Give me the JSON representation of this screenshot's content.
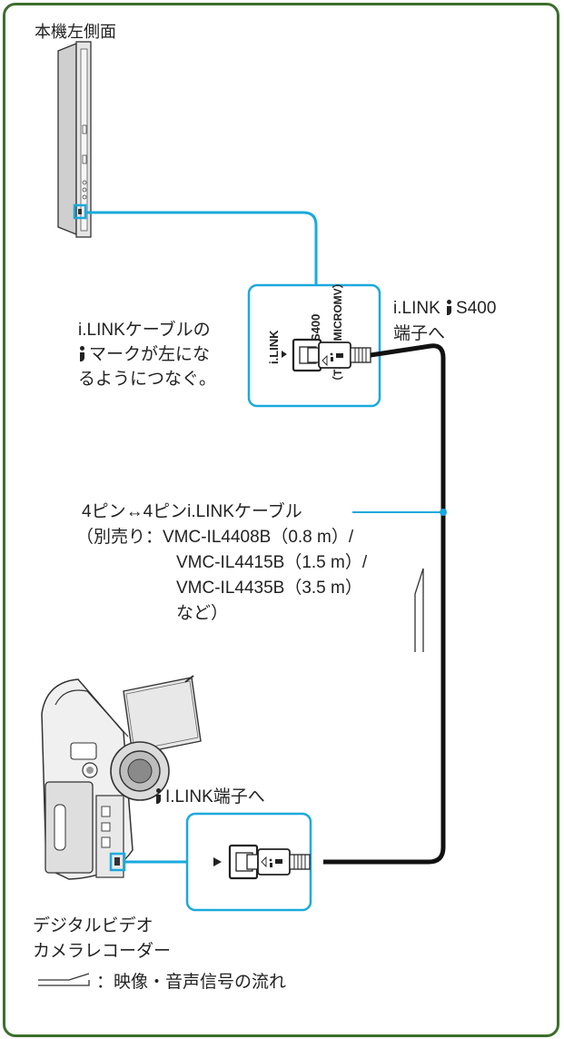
{
  "labels": {
    "tv_side": "本機左側面",
    "ilink_caption_line1": "i.LINKケーブルの",
    "ilink_caption_line2": "マークが左にな",
    "ilink_caption_line3": "るようにつなぐ。",
    "s400_port_line1": "i.LINK",
    "s400_port_line2": "S400",
    "s400_port_line3": "端子へ",
    "cable_line1": "4ピン↔4ピンi.LINKケーブル",
    "cable_line2": "（別売り：VMC-IL4408B（0.8 m）/",
    "cable_line3": "VMC-IL4415B（1.5 m）/",
    "cable_line4": "VMC-IL4435B（3.5 m）",
    "cable_line5": "など）",
    "camcorder_port": "I.LINK端子へ",
    "camcorder_line1": "デジタルビデオ",
    "camcorder_line2": "カメラレコーダー",
    "legend": "：映像・音声信号の流れ"
  },
  "panel_labels": {
    "ilink": "i.LINK",
    "s400": "S400",
    "ts_microm": "（TS/DV MICROMV）"
  },
  "colors": {
    "border": "#3c6e2c",
    "highlight": "#1aa9dc",
    "cable": "#111111"
  },
  "icons": [
    "ilink-icon",
    "arrow-right-icon",
    "flow-arrow-icon"
  ]
}
